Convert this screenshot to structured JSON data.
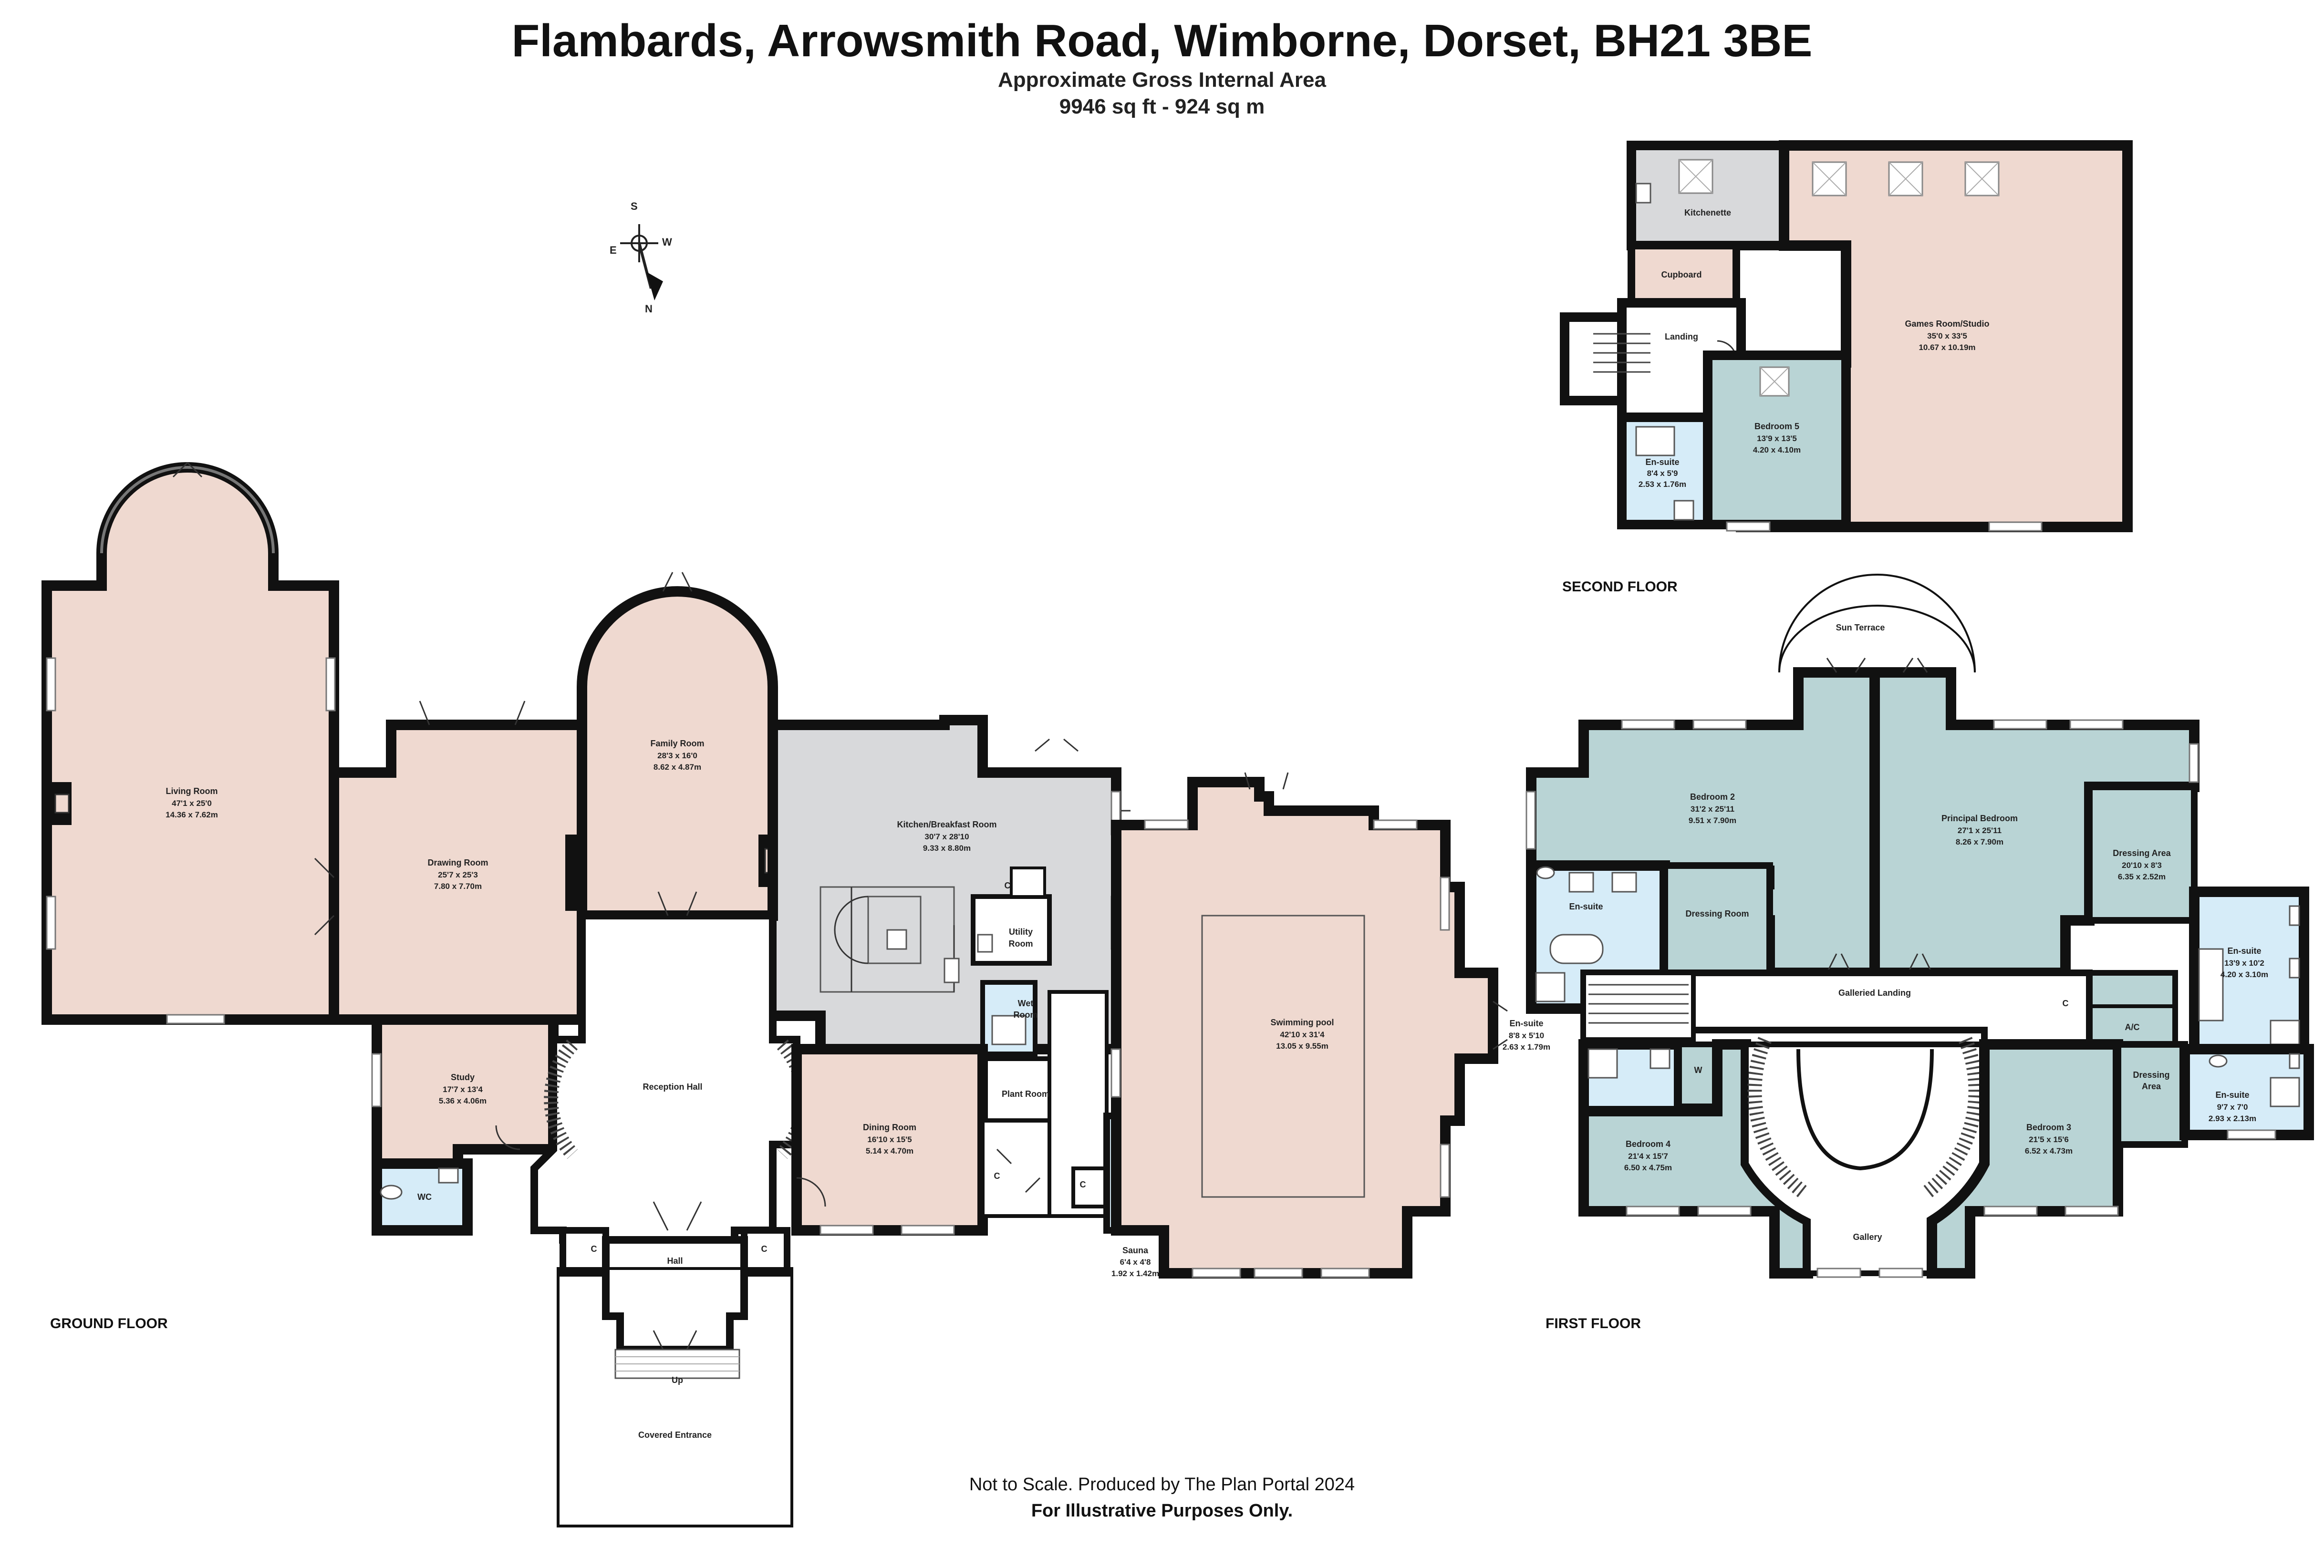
{
  "header": {
    "title": "Flambards, Arrowsmith Road, Wimborne, Dorset, BH21 3BE",
    "subtitle": "Approximate Gross Internal Area",
    "area": "9946 sq ft - 924 sq m"
  },
  "compass": {
    "s": "S",
    "e": "E",
    "w": "W",
    "n": "N"
  },
  "floors": {
    "ground": "GROUND FLOOR",
    "first": "FIRST FLOOR",
    "second": "SECOND FLOOR"
  },
  "rooms": {
    "living": {
      "name": "Living Room",
      "imperial": "47'1 x 25'0",
      "metric": "14.36 x 7.62m"
    },
    "drawing": {
      "name": "Drawing Room",
      "imperial": "25'7 x 25'3",
      "metric": "7.80 x 7.70m"
    },
    "family": {
      "name": "Family Room",
      "imperial": "28'3 x 16'0",
      "metric": "8.62 x 4.87m"
    },
    "kitchen": {
      "name": "Kitchen/Breakfast Room",
      "imperial": "30'7 x 28'10",
      "metric": "9.33 x 8.80m"
    },
    "utility": {
      "name1": "Utility",
      "name2": "Room"
    },
    "wetroom": {
      "name1": "Wet",
      "name2": "Room"
    },
    "plant": {
      "name": "Plant Room"
    },
    "pool": {
      "name": "Swimming pool",
      "imperial": "42'10 x 31'4",
      "metric": "13.05 x 9.55m"
    },
    "study": {
      "name": "Study",
      "imperial": "17'7 x 13'4",
      "metric": "5.36 x 4.06m"
    },
    "wc": {
      "name": "WC"
    },
    "reception": {
      "name": "Reception Hall"
    },
    "dining": {
      "name": "Dining Room",
      "imperial": "16'10 x 15'5",
      "metric": "5.14 x 4.70m"
    },
    "hall": {
      "name": "Hall"
    },
    "up": {
      "name": "Up"
    },
    "covered": {
      "name": "Covered Entrance"
    },
    "sauna": {
      "name": "Sauna",
      "imperial": "6'4 x 4'8",
      "metric": "1.92 x 1.42m"
    },
    "c": "C",
    "bedroom2": {
      "name": "Bedroom 2",
      "imperial": "31'2 x 25'11",
      "metric": "9.51 x 7.90m"
    },
    "principal": {
      "name": "Principal Bedroom",
      "imperial": "27'1 x 25'11",
      "metric": "8.26 x 7.90m"
    },
    "dressing_area_1": {
      "name": "Dressing Area",
      "imperial": "20'10 x 8'3",
      "metric": "6.35 x 2.52m"
    },
    "ensuite_1": {
      "name": "En-suite"
    },
    "dressing_room": {
      "name": "Dressing Room"
    },
    "galleried_landing": {
      "name": "Galleried Landing"
    },
    "ensuite_2": {
      "name": "En-suite",
      "imperial": "13'9 x 10'2",
      "metric": "4.20 x 3.10m"
    },
    "ac": {
      "name": "A/C"
    },
    "ensuite_3": {
      "name": "En-suite",
      "imperial": "8'8 x 5'10",
      "metric": "2.63 x 1.79m"
    },
    "w": {
      "name": "W"
    },
    "bedroom4": {
      "name": "Bedroom 4",
      "imperial": "21'4 x 15'7",
      "metric": "6.50 x 4.75m"
    },
    "bedroom3": {
      "name": "Bedroom 3",
      "imperial": "21'5 x 15'6",
      "metric": "6.52 x 4.73m"
    },
    "dressing_area_2": {
      "name1": "Dressing",
      "name2": "Area"
    },
    "ensuite_4": {
      "name": "En-suite",
      "imperial": "9'7 x 7'0",
      "metric": "2.93 x 2.13m"
    },
    "gallery": {
      "name": "Gallery"
    },
    "sun_terrace": {
      "name": "Sun Terrace"
    },
    "kitchenette": {
      "name": "Kitchenette"
    },
    "cupboard": {
      "name": "Cupboard"
    },
    "landing": {
      "name": "Landing"
    },
    "games": {
      "name": "Games Room/Studio",
      "imperial": "35'0 x 33'5",
      "metric": "10.67 x 10.19m"
    },
    "bedroom5": {
      "name": "Bedroom 5",
      "imperial": "13'9 x 13'5",
      "metric": "4.20 x 4.10m"
    },
    "ensuite_5": {
      "name": "En-suite",
      "imperial": "8'4 x 5'9",
      "metric": "2.53 x 1.76m"
    }
  },
  "footer": {
    "line1": "Not to Scale. Produced by The Plan Portal 2024",
    "line2": "For Illustrative Purposes Only."
  },
  "colors": {
    "peach": "#efd9d0",
    "grey": "#d8d9db",
    "white": "#ffffff",
    "blue": "#d6ecf8",
    "teal": "#b9d4d5",
    "wall": "#111111"
  }
}
